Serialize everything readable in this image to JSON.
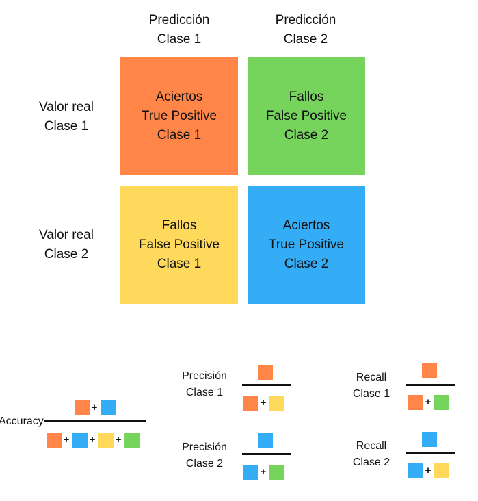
{
  "colors": {
    "orange": "#FF8548",
    "green": "#76D35B",
    "yellow": "#FFD95C",
    "blue": "#35ADF6"
  },
  "matrix": {
    "col_headers": [
      "Predicción\nClase 1",
      "Predicción\nClase 2"
    ],
    "row_headers": [
      "Valor real\nClase 1",
      "Valor real\nClase 2"
    ],
    "cells": [
      {
        "text": "Aciertos\nTrue Positive\nClase 1",
        "color": "orange"
      },
      {
        "text": "Fallos\nFalse Positive\nClase 2",
        "color": "green"
      },
      {
        "text": "Fallos\nFalse Positive\nClase 1",
        "color": "yellow"
      },
      {
        "text": "Aciertos\nTrue Positive\nClase 2",
        "color": "blue"
      }
    ]
  },
  "formulas": {
    "plus_sign": "+",
    "accuracy": {
      "label": "Accuracy",
      "numerator": [
        "orange",
        "blue"
      ],
      "denominator": [
        "orange",
        "blue",
        "yellow",
        "green"
      ]
    },
    "precision_1": {
      "label": "Precisión\nClase 1",
      "numerator": [
        "orange"
      ],
      "denominator": [
        "orange",
        "yellow"
      ]
    },
    "precision_2": {
      "label": "Precisión\nClase 2",
      "numerator": [
        "blue"
      ],
      "denominator": [
        "blue",
        "green"
      ]
    },
    "recall_1": {
      "label": "Recall\nClase 1",
      "numerator": [
        "orange"
      ],
      "denominator": [
        "orange",
        "green"
      ]
    },
    "recall_2": {
      "label": "Recall\nClase 2",
      "numerator": [
        "blue"
      ],
      "denominator": [
        "blue",
        "yellow"
      ]
    }
  }
}
